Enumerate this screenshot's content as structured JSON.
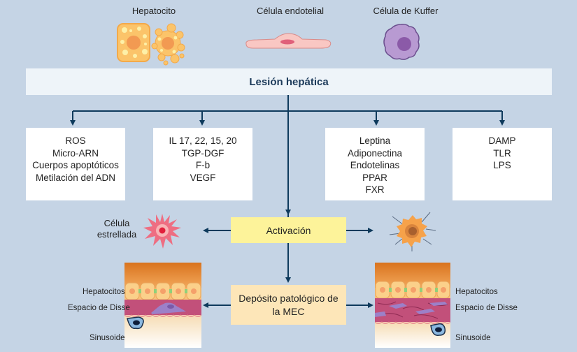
{
  "cells_top": [
    {
      "label": "Hepatocito",
      "icon": "hepatocyte-icon"
    },
    {
      "label": "Célula endotelial",
      "icon": "endothelial-cell-icon"
    },
    {
      "label": "Célula de Kuffer",
      "icon": "kupffer-cell-icon"
    }
  ],
  "banner": {
    "title": "Lesión hepática"
  },
  "mediator_boxes": [
    {
      "lines": [
        "ROS",
        "Micro-ARN",
        "Cuerpos apoptóticos",
        "Metilación del ADN"
      ]
    },
    {
      "lines": [
        "IL 17, 22, 15, 20",
        "TGP-DGF",
        "F-b",
        "VEGF"
      ]
    },
    {
      "lines": [
        "Leptina",
        "Adiponectina",
        "Endotelinas",
        "PPAR",
        "FXR"
      ]
    },
    {
      "lines": [
        "DAMP",
        "TLR",
        "LPS"
      ]
    }
  ],
  "stellate": {
    "label_line1": "Célula",
    "label_line2": "estrellada"
  },
  "activation": {
    "label": "Activación"
  },
  "deposit": {
    "label": "Depósito patológico de la MEC"
  },
  "tissue_labels": {
    "hepatocytes": "Hepatocitos",
    "disse": "Espacio de Disse",
    "sinusoid": "Sinusoide"
  },
  "colors": {
    "background": "#c5d4e5",
    "arrow": "#0e3a5c",
    "banner": "#eef4f9",
    "activation": "#fdf39a",
    "deposit": "#fde6b8"
  }
}
